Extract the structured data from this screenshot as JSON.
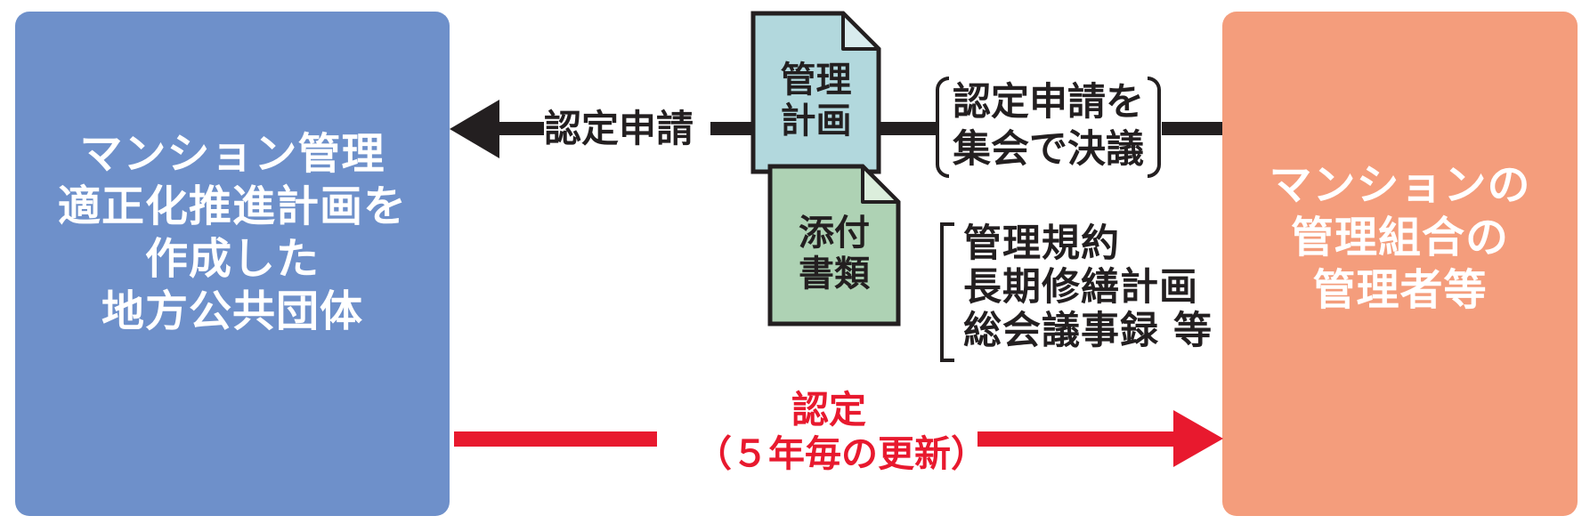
{
  "colors": {
    "black": "#231F20",
    "red": "#E8192E",
    "left_box_bg": "#6E90CA",
    "right_box_bg": "#F49D7C",
    "box_text": "#FFFFFF"
  },
  "left_box": {
    "lines": [
      "マンション管理",
      "適正化推進計画を",
      "作成した",
      "地方公共団体"
    ]
  },
  "right_box": {
    "lines": [
      "マンションの",
      "管理組合の",
      "管理者等"
    ]
  },
  "top_flow": {
    "direction": "right-to-left",
    "label": "認定申請",
    "resolution_note": {
      "line1": "認定申請を",
      "line2": "集会で決議"
    }
  },
  "documents": {
    "plan": {
      "line1": "管理",
      "line2": "計画",
      "fill": "#B2D8DD",
      "fold": "#D9ECEE"
    },
    "attachments": {
      "line1": "添付",
      "line2": "書類",
      "fill": "#AED2B4",
      "fold": "#DCEEDC"
    }
  },
  "attachment_list": {
    "line1": "管理規約",
    "line2": "長期修繕計画",
    "line3": "総会議事録 等"
  },
  "bottom_flow": {
    "direction": "left-to-right",
    "label_line1": "認定",
    "label_line2": "（５年毎の更新）"
  }
}
